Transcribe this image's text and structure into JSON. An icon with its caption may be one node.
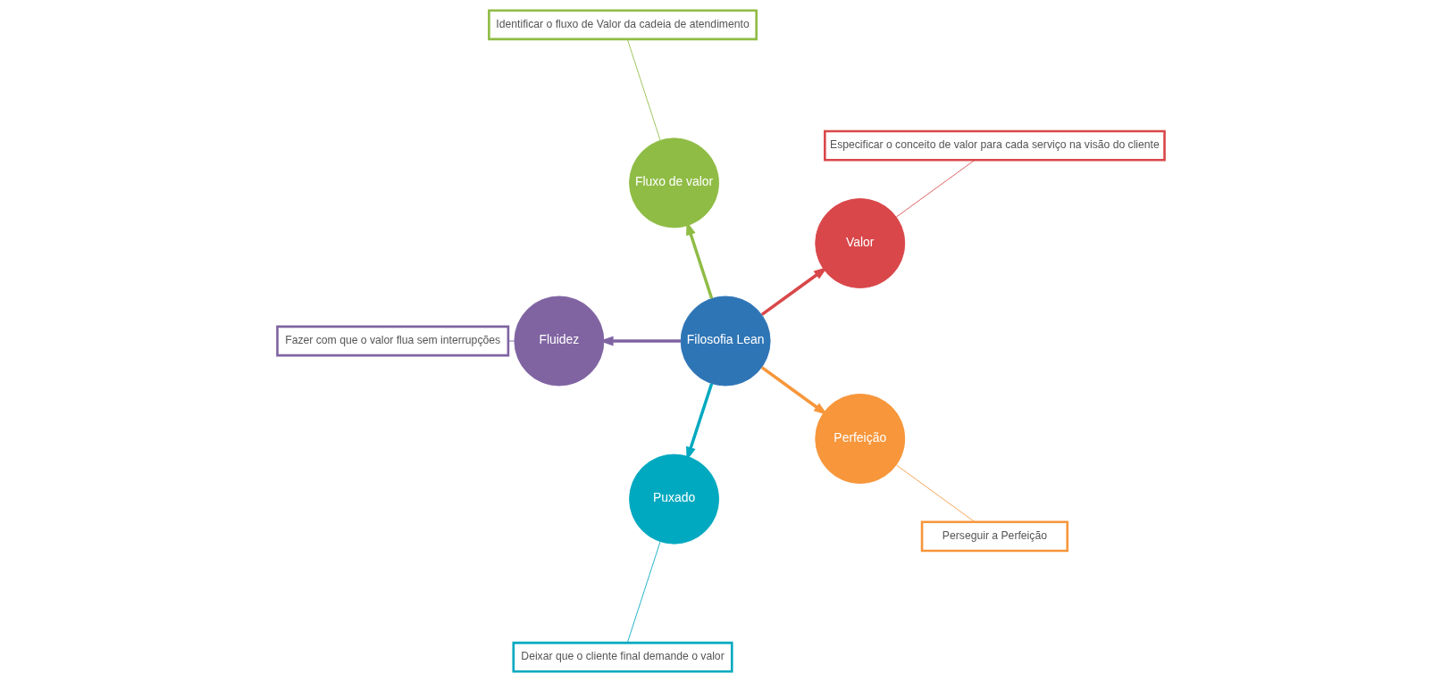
{
  "diagram": {
    "nodes": [
      {
        "text": [
          "Filosofia Lean"
        ]
      },
      {
        "text": [
          "Valor"
        ]
      },
      {
        "text": [
          "Fluxo de valor"
        ]
      },
      {
        "text": [
          "Fluidez"
        ]
      },
      {
        "text": [
          "Puxado"
        ]
      },
      {
        "text": [
          "Perfeição"
        ]
      },
      {
        "text": [
          "Especificar o conceito de valor para cada serviço na visão do cliente"
        ]
      },
      {
        "text": [
          "Identificar o fluxo de Valor da cadeia de atendimento"
        ]
      },
      {
        "text": [
          "Fazer com que o valor flua sem interrupções"
        ]
      },
      {
        "text": [
          "Deixar que o cliente final demande o valor"
        ]
      },
      {
        "text": [
          "Perseguir a Perfeição"
        ]
      }
    ],
    "edges": [
      {
        "from": 0,
        "to": 1,
        "arrow": "to",
        "style": "thick",
        "color": "#d9474a"
      },
      {
        "from": 0,
        "to": 2,
        "arrow": "to",
        "style": "thick",
        "color": "#8fbc45"
      },
      {
        "from": 0,
        "to": 3,
        "arrow": "to",
        "style": "thick",
        "color": "#8064a2"
      },
      {
        "from": 0,
        "to": 4,
        "arrow": "to",
        "style": "thick",
        "color": "#00a9c0"
      },
      {
        "from": 0,
        "to": 5,
        "arrow": "to",
        "style": "thick",
        "color": "#f7963a"
      },
      {
        "from": 6,
        "to": 1,
        "arrow": "none",
        "color": "#d9474a"
      },
      {
        "from": 7,
        "to": 2,
        "arrow": "none",
        "color": "#8fbc45"
      },
      {
        "from": 8,
        "to": 3,
        "arrow": "none",
        "color": "#8064a2"
      },
      {
        "from": 9,
        "to": 4,
        "arrow": "none",
        "color": "#00a9c0"
      },
      {
        "from": 10,
        "to": 5,
        "arrow": "none",
        "color": "#f7963a"
      }
    ]
  }
}
